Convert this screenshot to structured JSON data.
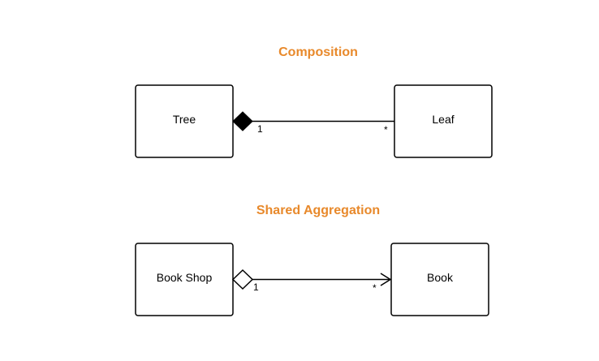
{
  "colors": {
    "title": "#E8892B",
    "line": "#000000",
    "box_fill": "#FFFFFF"
  },
  "composition": {
    "title": "Composition",
    "whole_class": "Tree",
    "part_class": "Leaf",
    "whole_multiplicity": "1",
    "part_multiplicity": "*",
    "whole_end_marker": "filled-diamond",
    "part_end_marker": "none"
  },
  "aggregation": {
    "title": "Shared Aggregation",
    "whole_class": "Book Shop",
    "part_class": "Book",
    "whole_multiplicity": "1",
    "part_multiplicity": "*",
    "whole_end_marker": "hollow-diamond",
    "part_end_marker": "open-arrow"
  }
}
